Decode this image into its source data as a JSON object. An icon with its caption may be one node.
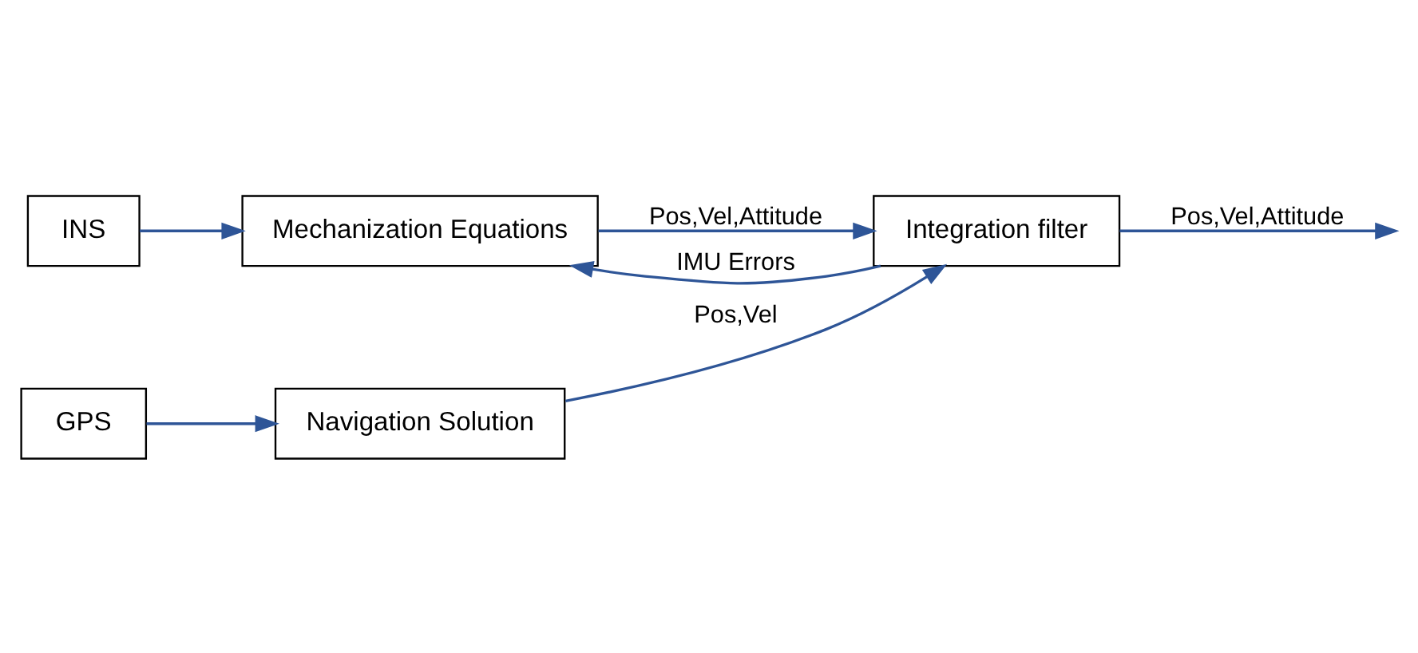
{
  "diagram": {
    "nodes": [
      {
        "text": [
          "INS"
        ]
      },
      {
        "text": [
          "Mechanization Equations"
        ]
      },
      {
        "text": [
          "Integration filter"
        ]
      },
      {
        "text": [
          "GPS"
        ]
      },
      {
        "text": [
          "Navigation Solution"
        ]
      }
    ],
    "edges": [
      {
        "from": 0,
        "to": 1,
        "arrow": "to"
      },
      {
        "from": 1,
        "to": 2,
        "arrow": "to",
        "label": "Pos,Vel,Attitude"
      },
      {
        "from": 2,
        "to": 1,
        "arrow": "to",
        "label": "IMU Errors"
      },
      {
        "from": 3,
        "to": 4,
        "arrow": "to"
      },
      {
        "from": 4,
        "to": 2,
        "arrow": "to",
        "label": "Pos,Vel"
      },
      {
        "from": 2,
        "to": null,
        "arrow": "to",
        "label": "Pos,Vel,Attitude"
      }
    ]
  }
}
